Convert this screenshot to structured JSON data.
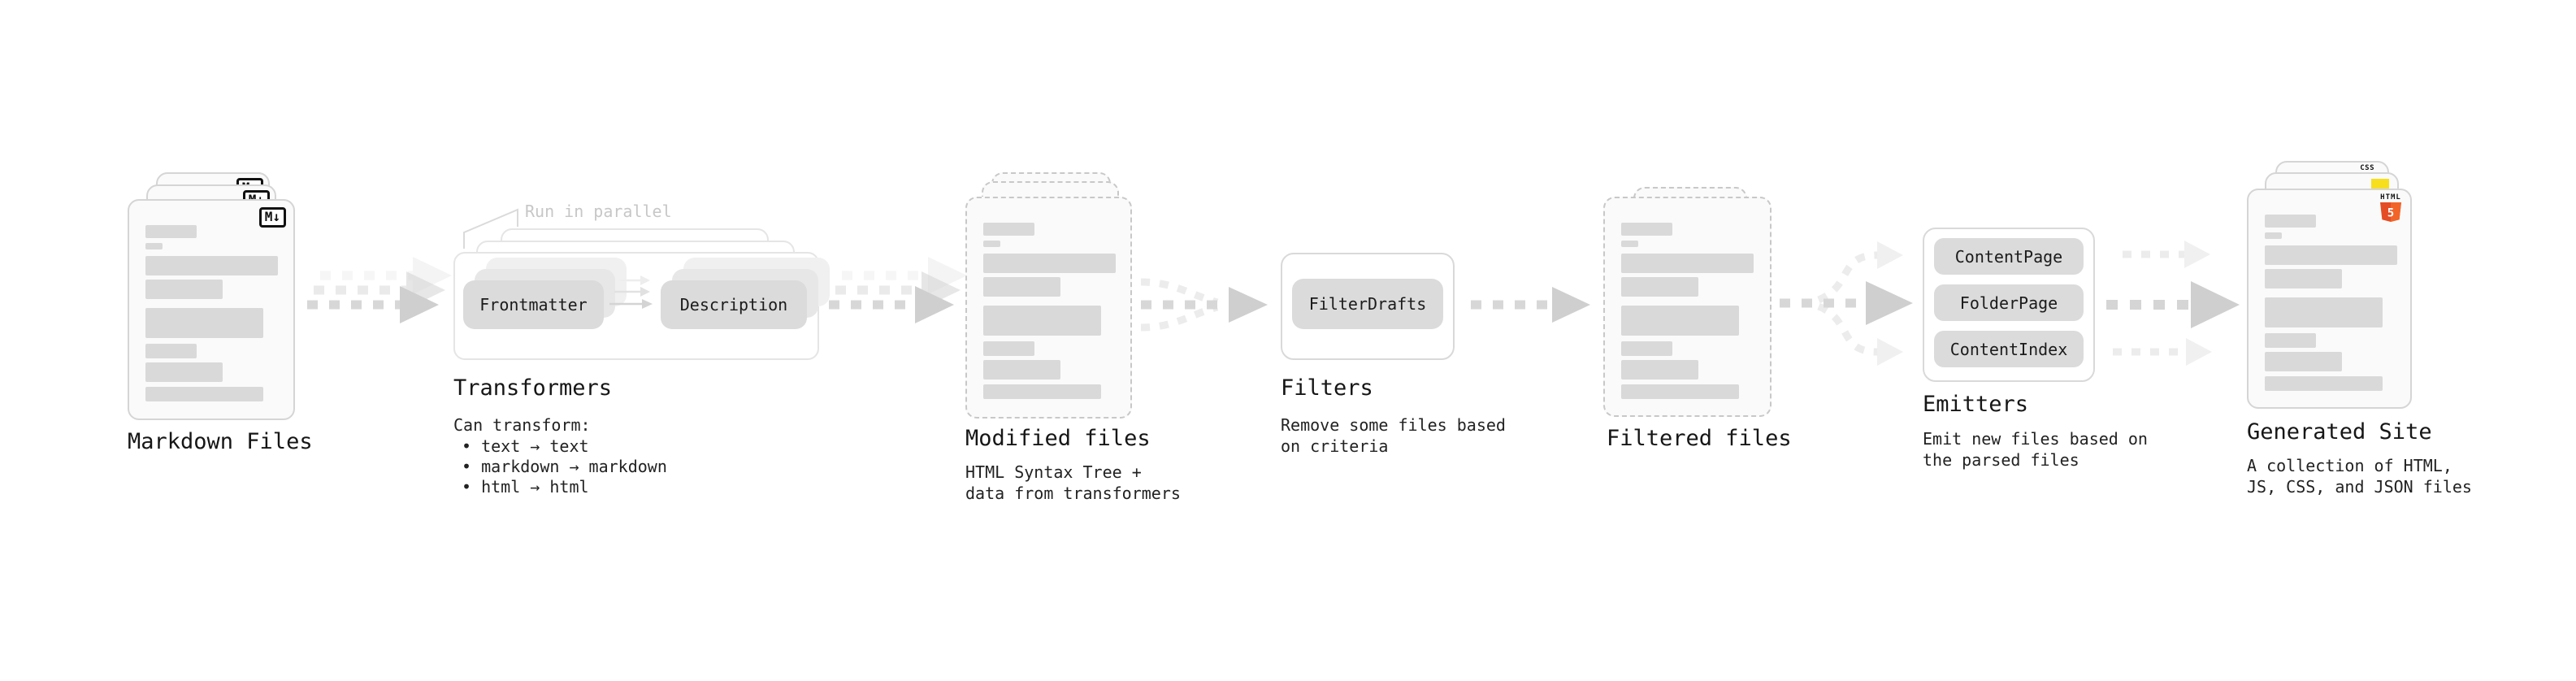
{
  "diagram": {
    "markdown_files": {
      "label": "Markdown Files",
      "icon_label": "M↓"
    },
    "transformers": {
      "title": "Transformers",
      "annotation": "Run in parallel",
      "node_a": "Frontmatter",
      "node_b": "Description",
      "list_heading": "Can transform:",
      "bullets": [
        "• text → text",
        "• markdown → markdown",
        "• html → html"
      ]
    },
    "modified_files": {
      "label": "Modified files",
      "description": "HTML Syntax Tree +\ndata from transformers"
    },
    "filters": {
      "title": "Filters",
      "node": "FilterDrafts",
      "description": "Remove some files based\non criteria"
    },
    "filtered_files": {
      "label": "Filtered files"
    },
    "emitters": {
      "title": "Emitters",
      "nodes": [
        "ContentPage",
        "FolderPage",
        "ContentIndex"
      ],
      "description": "Emit new files based on\nthe parsed files"
    },
    "generated_site": {
      "label": "Generated Site",
      "description": "A collection of HTML,\nJS, CSS, and JSON files",
      "icons": {
        "html_label": "HTML",
        "html_number": "5",
        "css_label": "CSS"
      }
    }
  },
  "colors": {
    "arrow_dash": "#d7d7d7",
    "arrow_head": "#cfcfcf",
    "arrow_light": "#ececec",
    "html5_orange": "#e44d26",
    "js_yellow": "#f7df1e",
    "css_blue": "#2962f1"
  }
}
